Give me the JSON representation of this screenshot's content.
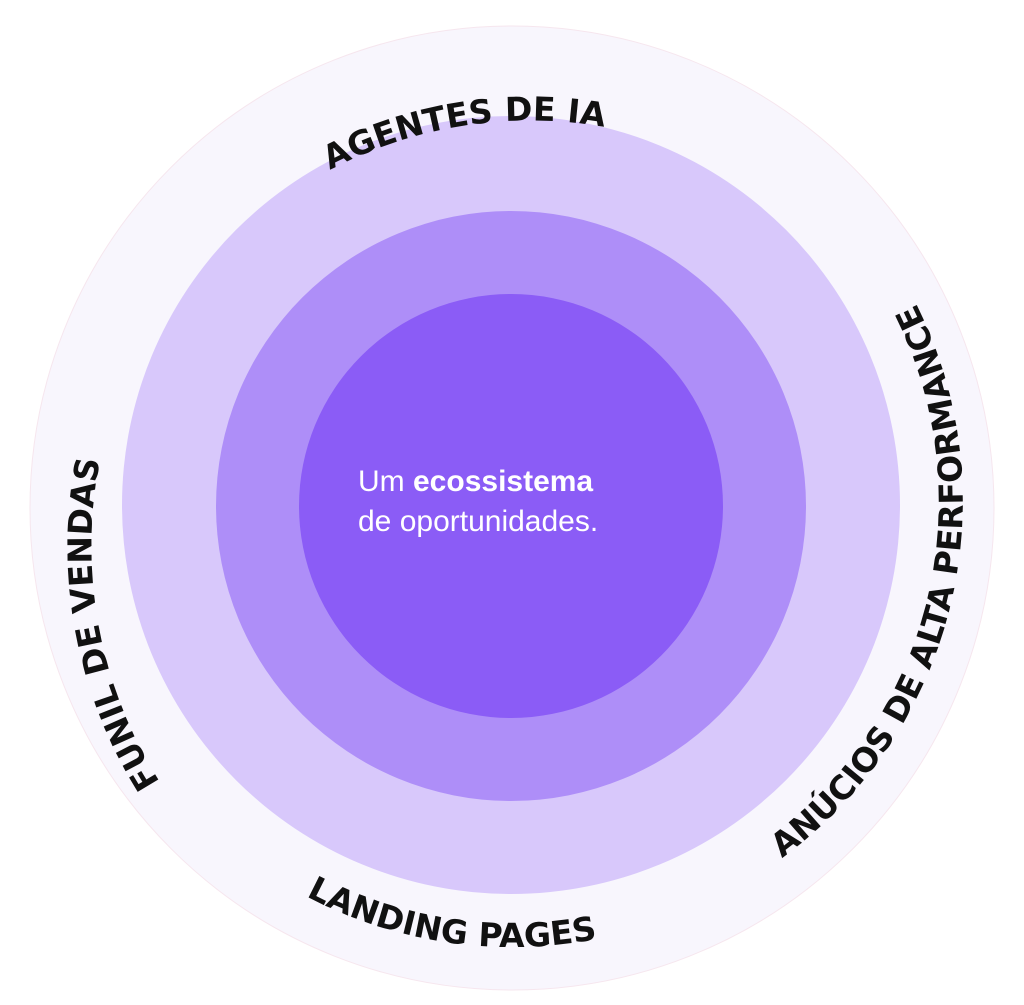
{
  "diagram": {
    "colors": {
      "outer_ring": "#f8f6fd",
      "ring_2": "#d8c8fb",
      "ring_3": "#ae8ef8",
      "core": "#8b5cf6",
      "label": "#111111",
      "center_text": "#ffffff"
    },
    "center": {
      "line1_prefix": "Um ",
      "line1_bold": "ecossistema",
      "line2": "de oportunidades."
    },
    "labels": {
      "top": "AGENTES DE IA",
      "right": "ANÚCIOS DE ALTA PERFORMANCE",
      "bottom": "LANDING PAGES",
      "left": "FUNIL DE VENDAS"
    }
  }
}
